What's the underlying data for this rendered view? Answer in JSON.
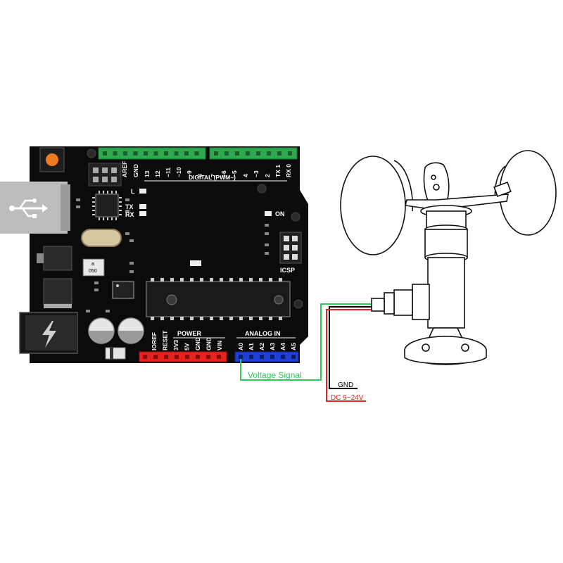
{
  "board": {
    "header_labels": {
      "aref": "AREF",
      "gnd": "GND",
      "d13": "13",
      "d12": "12",
      "d11": "~11",
      "d10": "~10",
      "d9": "~9",
      "d8": "8",
      "d7": "7",
      "d6": "~6",
      "d5": "~5",
      "d4": "4",
      "d3": "~3",
      "d2": "2",
      "d1": "TX 1",
      "d0": "RX 0"
    },
    "digital_title": "DIGITAL (PWM~)",
    "led_l": "L",
    "led_tx": "TX",
    "led_rx": "RX",
    "led_on": "ON",
    "icsp": "ICSP",
    "chip_label": "a\n050",
    "power_title": "POWER",
    "analog_title": "ANALOG IN",
    "power_pins": [
      "IOREF",
      "RESET",
      "3V3",
      "5V",
      "GND",
      "GND",
      "VIN"
    ],
    "analog_pins": [
      "A0",
      "A1",
      "A2",
      "A3",
      "A4",
      "A5"
    ]
  },
  "wires": {
    "signal_label": "Voltage Signal",
    "gnd_label": "GND",
    "power_label": "DC 9~24V",
    "colors": {
      "signal": "#34c759",
      "gnd": "#000000",
      "power": "#e8231f"
    }
  },
  "icons": {
    "usb": "usb-icon",
    "power_jack": "lightning-bolt-icon"
  }
}
